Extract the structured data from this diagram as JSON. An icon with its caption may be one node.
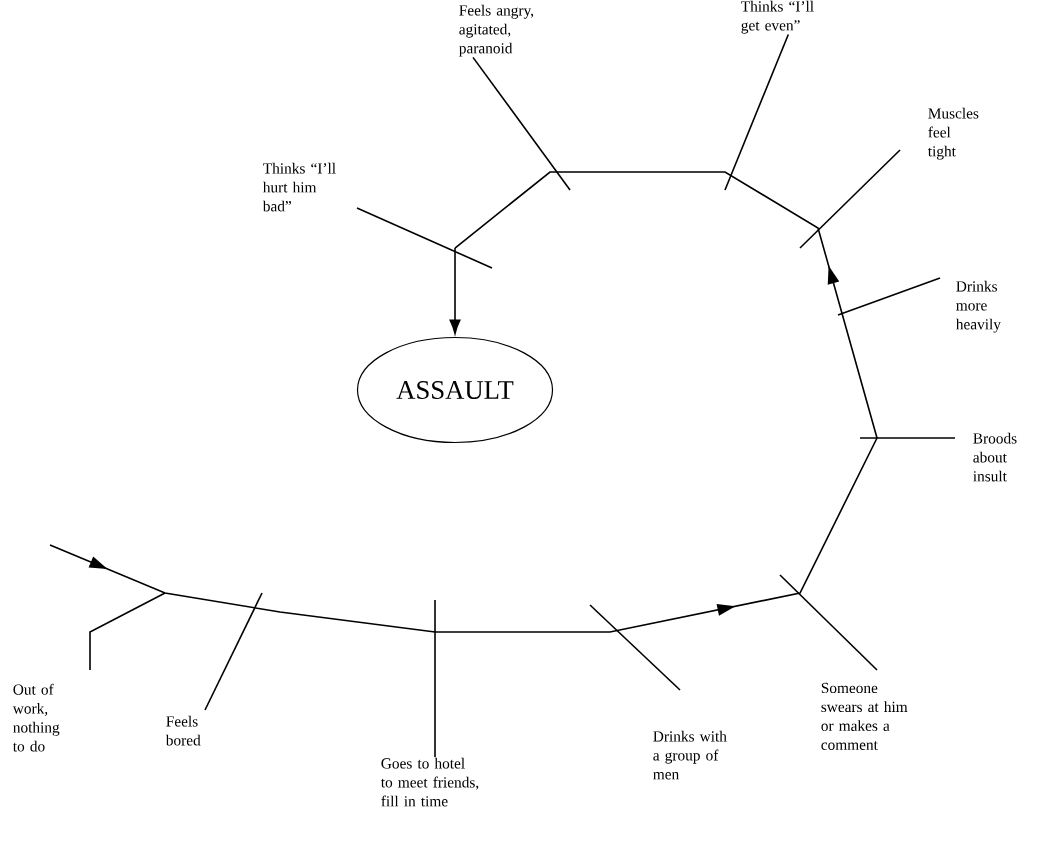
{
  "diagram": {
    "nodes": [
      {
        "text": [
          "Out of work, nothing to do"
        ]
      },
      {
        "text": [
          "Feels bored"
        ]
      },
      {
        "text": [
          "Goes to hotel to meet friends, fill in time"
        ]
      },
      {
        "text": [
          "Drinks with a group of men"
        ]
      },
      {
        "text": [
          "Someone swears at him or makes a comment"
        ]
      },
      {
        "text": [
          "Broods about insult"
        ]
      },
      {
        "text": [
          "Drinks more heavily"
        ]
      },
      {
        "text": [
          "Muscles feel tight"
        ]
      },
      {
        "text": [
          "Thinks “I’ll get even”"
        ]
      },
      {
        "text": [
          "Feels angry, agitated, paranoid"
        ]
      },
      {
        "text": [
          "Thinks “I’ll hurt him bad”"
        ]
      },
      {
        "text": [
          "ASSAULT"
        ]
      }
    ],
    "edges": [
      {
        "from": 0,
        "to": null,
        "arrow": "none"
      },
      {
        "from": 1,
        "to": null,
        "arrow": "none"
      },
      {
        "from": 2,
        "to": null,
        "arrow": "none"
      },
      {
        "from": 3,
        "to": null,
        "arrow": "none"
      },
      {
        "from": 4,
        "to": null,
        "arrow": "none"
      },
      {
        "from": 5,
        "to": null,
        "arrow": "none"
      },
      {
        "from": 6,
        "to": null,
        "arrow": "none"
      },
      {
        "from": 7,
        "to": null,
        "arrow": "none"
      },
      {
        "from": 8,
        "to": null,
        "arrow": "none"
      },
      {
        "from": 9,
        "to": null,
        "arrow": "none"
      },
      {
        "from": 10,
        "to": null,
        "arrow": "none"
      },
      {
        "from": null,
        "to": 11,
        "arrow": "to"
      }
    ]
  }
}
